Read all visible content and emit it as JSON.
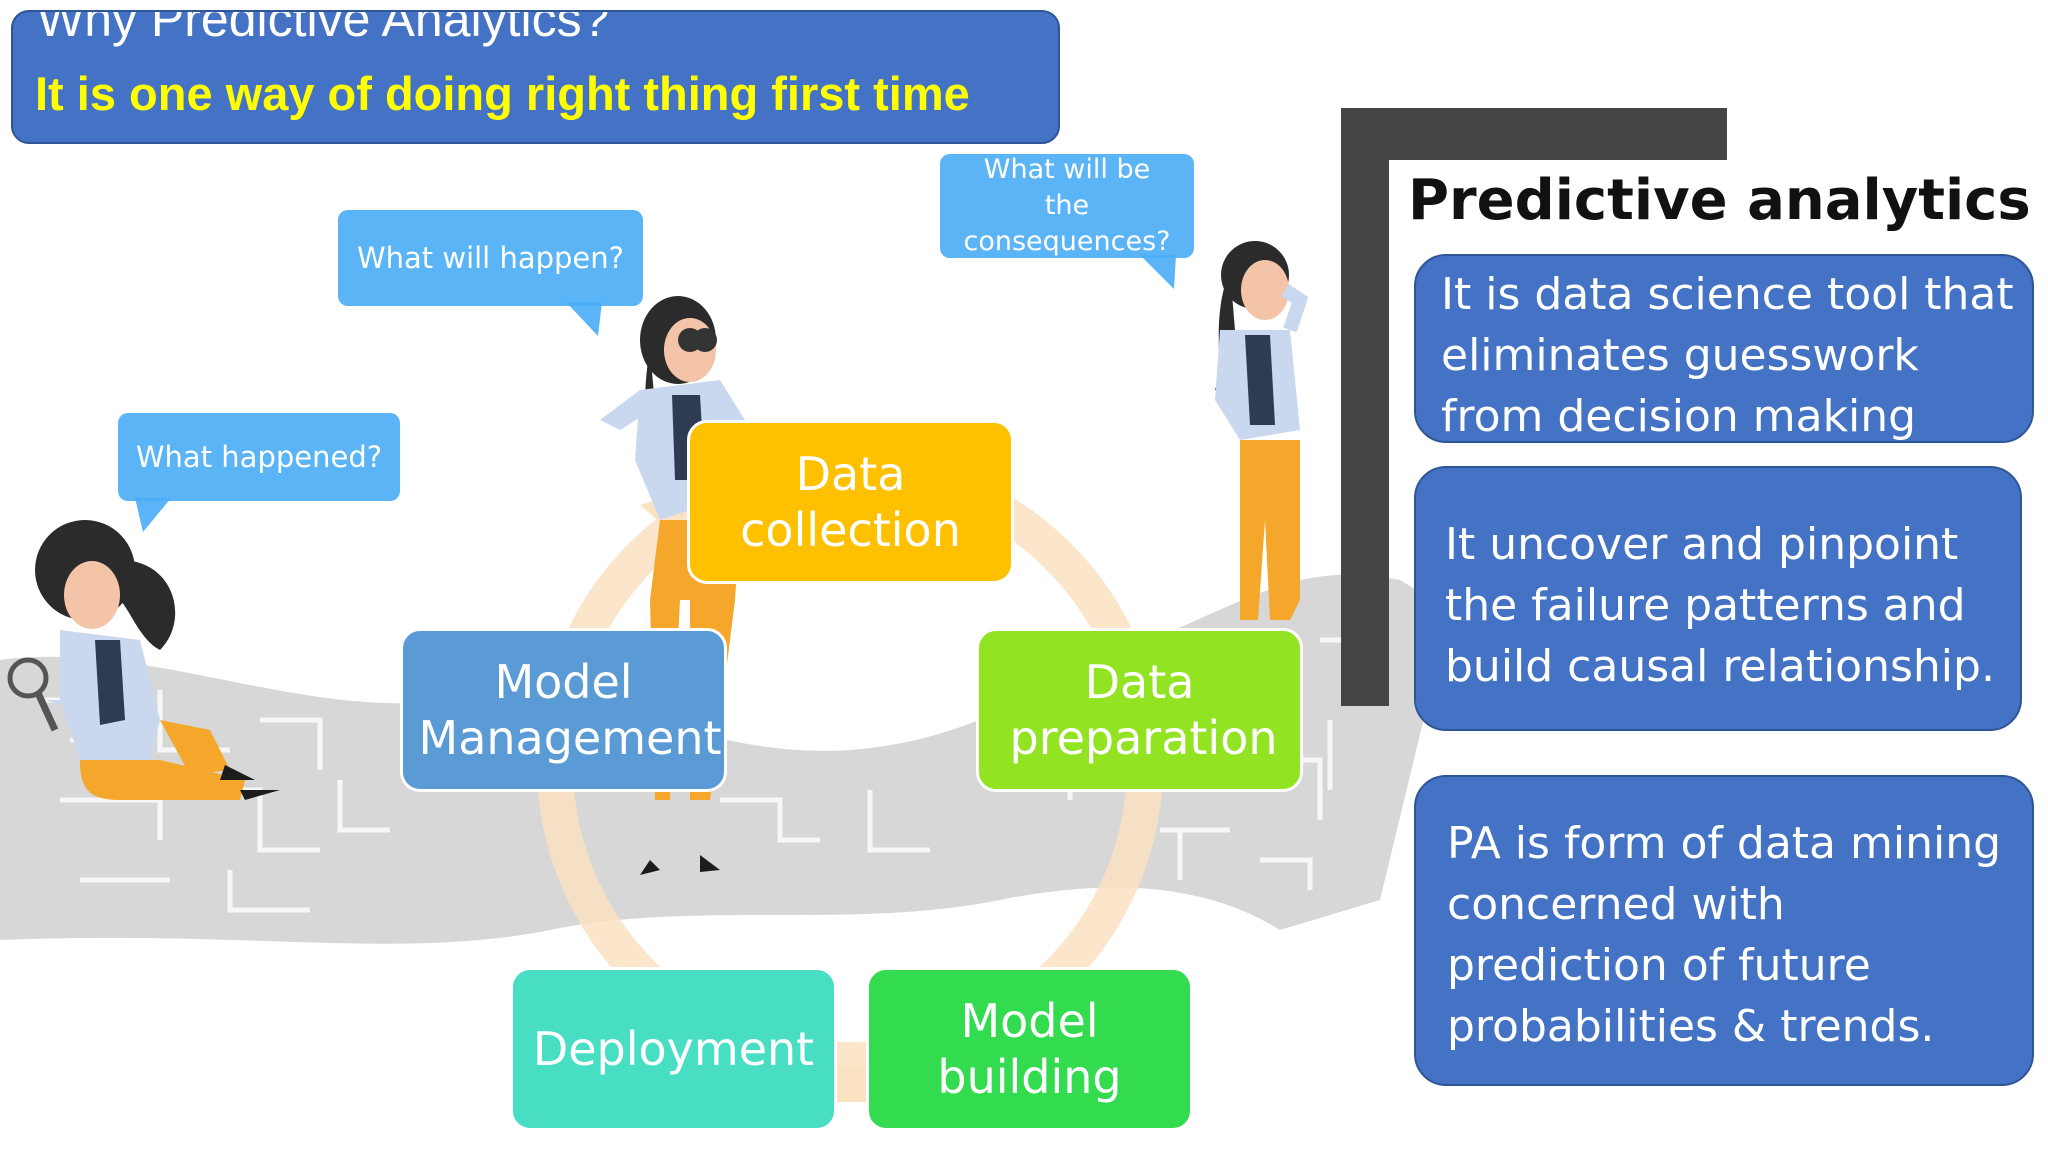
{
  "title": {
    "heading": "Why Predictive Analytics?",
    "subheading": "It is one way of doing right thing first time"
  },
  "bubbles": {
    "what_happened": "What happened?",
    "what_will_happen": "What will happen?",
    "consequences": "What will be the consequences?"
  },
  "cycle": {
    "data_collection": "Data collection",
    "data_preparation": "Data preparation",
    "model_building": "Model building",
    "deployment": "Deployment",
    "model_management": "Model Management"
  },
  "panel": {
    "heading": "Predictive analytics",
    "points": [
      "It is data science tool that eliminates guesswork from decision making",
      "It  uncover and pinpoint the failure patterns and build causal relationship.",
      "PA is form of data mining concerned with prediction of future probabilities & trends."
    ]
  },
  "colors": {
    "banner": "#4472C4",
    "subtitle": "#FFFF00",
    "bubble": "#4DAEF6",
    "data_collection": "#FFC000",
    "data_preparation": "#92E322",
    "model_building": "#33DB4E",
    "deployment": "#47DEC4",
    "model_management": "#5B9BD5",
    "bracket": "#444444"
  }
}
